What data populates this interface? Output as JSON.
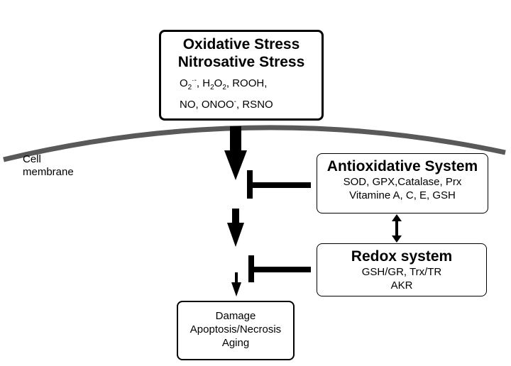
{
  "stress": {
    "title_line1": "Oxidative Stress",
    "title_line2": "Nitrosative Stress",
    "species_line1": [
      {
        "text": "O",
        "style": "normal"
      },
      {
        "text": "2",
        "style": "sub"
      },
      {
        "text": "·-",
        "style": "sup"
      },
      {
        "text": ", H",
        "style": "normal"
      },
      {
        "text": "2",
        "style": "sub"
      },
      {
        "text": "O",
        "style": "normal"
      },
      {
        "text": "2",
        "style": "sub"
      },
      {
        "text": ", ROOH,",
        "style": "normal"
      }
    ],
    "species_line2": [
      {
        "text": "NO, ONOO",
        "style": "normal"
      },
      {
        "text": "-",
        "style": "sup"
      },
      {
        "text": ", RSNO",
        "style": "normal"
      }
    ]
  },
  "membrane": {
    "label_line1": "Cell",
    "label_line2": "membrane"
  },
  "antioxidative": {
    "title": "Antioxidative System",
    "line1": "SOD, GPX,Catalase, Prx",
    "line2": "Vitamine A, C, E,  GSH"
  },
  "redox": {
    "title": "Redox system",
    "line1": "GSH/GR, Trx/TR",
    "line2": "AKR"
  },
  "outcome": {
    "line1": "Damage",
    "line2": "Apoptosis/Necrosis",
    "line3": "Aging"
  }
}
